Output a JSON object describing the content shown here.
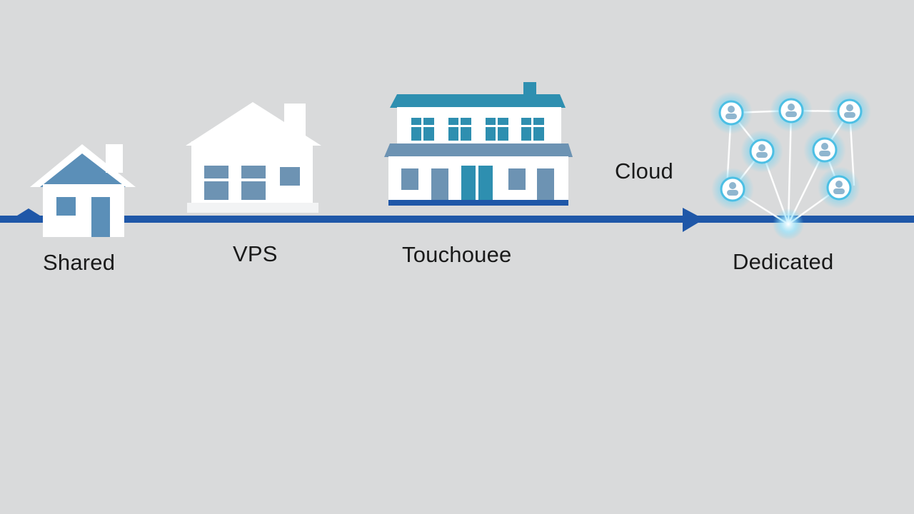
{
  "labels": {
    "shared": "Shared",
    "vps": "VPS",
    "townhouse": "Touchouee",
    "cloud": "Cloud",
    "dedicated": "Dedicated"
  },
  "colors": {
    "background": "#d9dadb",
    "timeline": "#1f57a8",
    "building": "#ffffff",
    "window": "#5b8fb8",
    "roof_accent": "#2e8fb0",
    "glow": "#6fd3f2"
  },
  "icons": [
    "house-icon",
    "house-icon",
    "townhouse-icon",
    "network-icon",
    "user-icon"
  ]
}
